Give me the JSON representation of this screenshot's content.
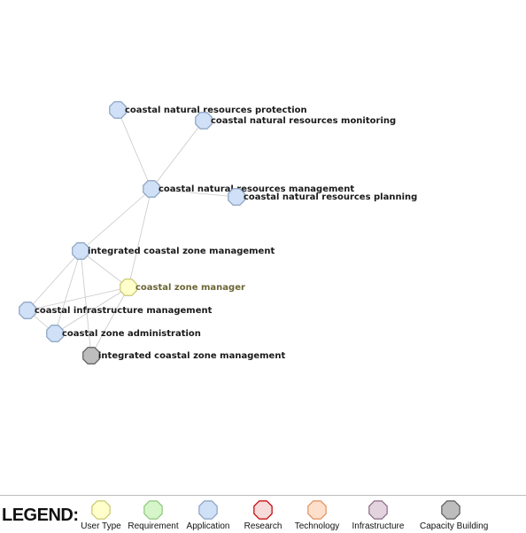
{
  "graph": {
    "nodes": [
      {
        "id": "n1",
        "label": "coastal natural resources protection",
        "category": "application"
      },
      {
        "id": "n2",
        "label": "coastal natural resources monitoring",
        "category": "application"
      },
      {
        "id": "n3",
        "label": "coastal natural resources management",
        "category": "application"
      },
      {
        "id": "n4",
        "label": "coastal natural resources planning",
        "category": "application"
      },
      {
        "id": "n5",
        "label": "integrated coastal zone management",
        "category": "application"
      },
      {
        "id": "n6",
        "label": "coastal zone manager",
        "category": "user_type"
      },
      {
        "id": "n7",
        "label": "coastal infrastructure management",
        "category": "application"
      },
      {
        "id": "n8",
        "label": "coastal zone administration",
        "category": "application"
      },
      {
        "id": "n9",
        "label": "integrated coastal zone management",
        "category": "capacity_building"
      }
    ],
    "edges": [
      [
        "n1",
        "n3"
      ],
      [
        "n2",
        "n3"
      ],
      [
        "n3",
        "n4"
      ],
      [
        "n3",
        "n5"
      ],
      [
        "n3",
        "n6"
      ],
      [
        "n5",
        "n6"
      ],
      [
        "n5",
        "n7"
      ],
      [
        "n5",
        "n8"
      ],
      [
        "n5",
        "n9"
      ],
      [
        "n6",
        "n7"
      ],
      [
        "n6",
        "n8"
      ],
      [
        "n6",
        "n9"
      ],
      [
        "n7",
        "n8"
      ]
    ]
  },
  "categories": {
    "user_type": {
      "fill": "#ffffcc",
      "stroke": "#c8c870"
    },
    "requirement": {
      "fill": "#d6f5c8",
      "stroke": "#8fc67e"
    },
    "application": {
      "fill": "#cfe0f7",
      "stroke": "#8aa2c2"
    },
    "research": {
      "fill": "#f7dada",
      "stroke": "#c00000"
    },
    "technology": {
      "fill": "#fde0cc",
      "stroke": "#e0905a"
    },
    "infrastructure": {
      "fill": "#e3d3df",
      "stroke": "#8a6a86"
    },
    "capacity_building": {
      "fill": "#bdbdbd",
      "stroke": "#5a5a5a"
    }
  },
  "legend": {
    "title": "LEGEND:",
    "items": [
      {
        "key": "user_type",
        "label": "User Type"
      },
      {
        "key": "requirement",
        "label": "Requirement"
      },
      {
        "key": "application",
        "label": "Application"
      },
      {
        "key": "research",
        "label": "Research"
      },
      {
        "key": "technology",
        "label": "Technology"
      },
      {
        "key": "infrastructure",
        "label": "Infrastructure"
      },
      {
        "key": "capacity_building",
        "label": "Capacity Building"
      }
    ]
  }
}
